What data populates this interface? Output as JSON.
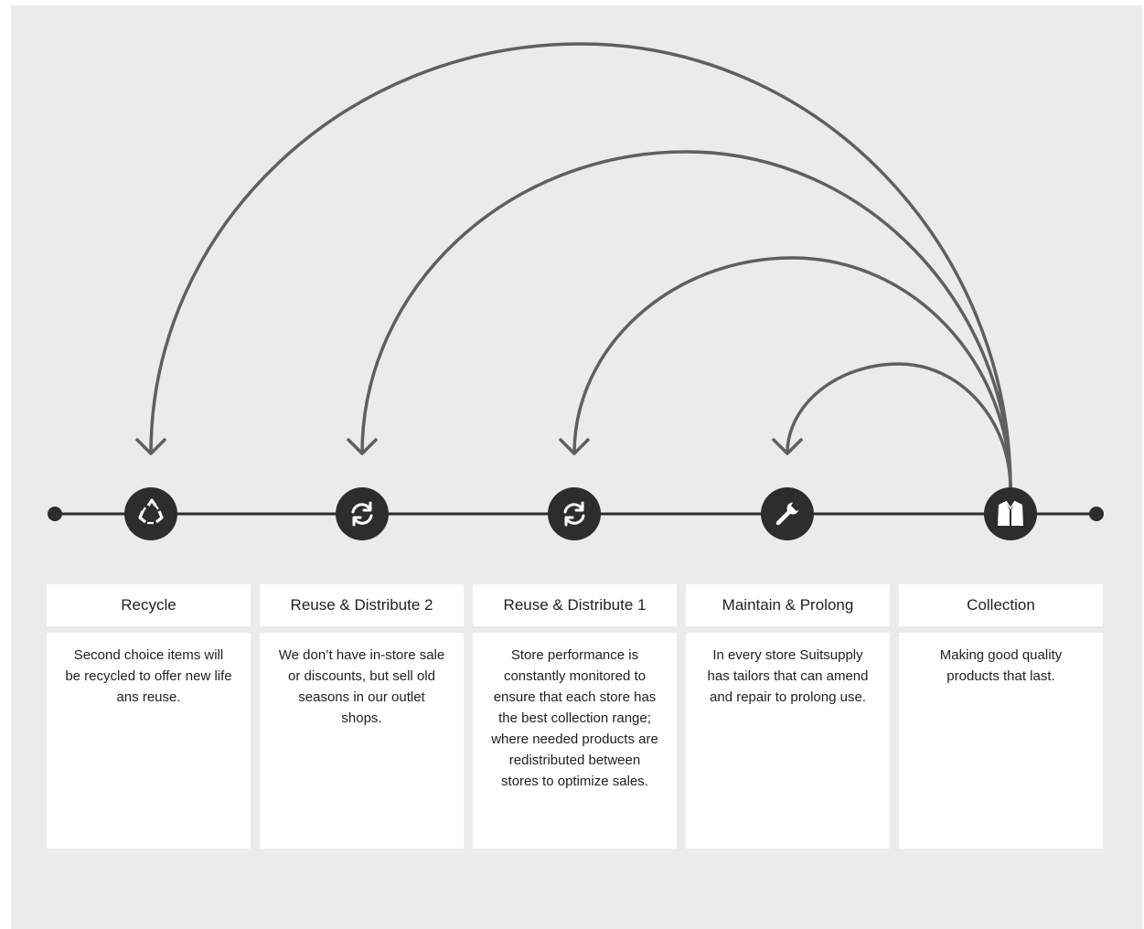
{
  "stages": [
    {
      "id": "recycle",
      "icon": "recycle-icon",
      "title": "Recycle",
      "description": "Second choice items will be recycled to offer new life ans reuse."
    },
    {
      "id": "reuse-distribute-2",
      "icon": "refresh-icon",
      "title": "Reuse & Distribute 2",
      "description": "We don’t have in-store sale or discounts, but sell old seasons in our outlet shops."
    },
    {
      "id": "reuse-distribute-1",
      "icon": "refresh-icon",
      "title": "Reuse & Distribute 1",
      "description": "Store performance is constantly monitored to ensure that each store has the best collection range; where needed products are redistributed between stores to optimize sales."
    },
    {
      "id": "maintain-prolong",
      "icon": "wrench-icon",
      "title": "Maintain & Prolong",
      "description": "In every store Suitsupply has tailors that can amend and repair to prolong use."
    },
    {
      "id": "collection",
      "icon": "jacket-icon",
      "title": "Collection",
      "description": "Making good quality products that last."
    }
  ],
  "flows": [
    {
      "from": "collection",
      "to": "recycle"
    },
    {
      "from": "collection",
      "to": "reuse-distribute-2"
    },
    {
      "from": "collection",
      "to": "reuse-distribute-1"
    },
    {
      "from": "collection",
      "to": "maintain-prolong"
    }
  ],
  "colors": {
    "panel_background": "#ebebeb",
    "card_background": "#ffffff",
    "node_fill": "#2d2d2d",
    "timeline": "#2d2d2d",
    "arc": "#5f5f5f",
    "text": "#1f1f1f"
  }
}
